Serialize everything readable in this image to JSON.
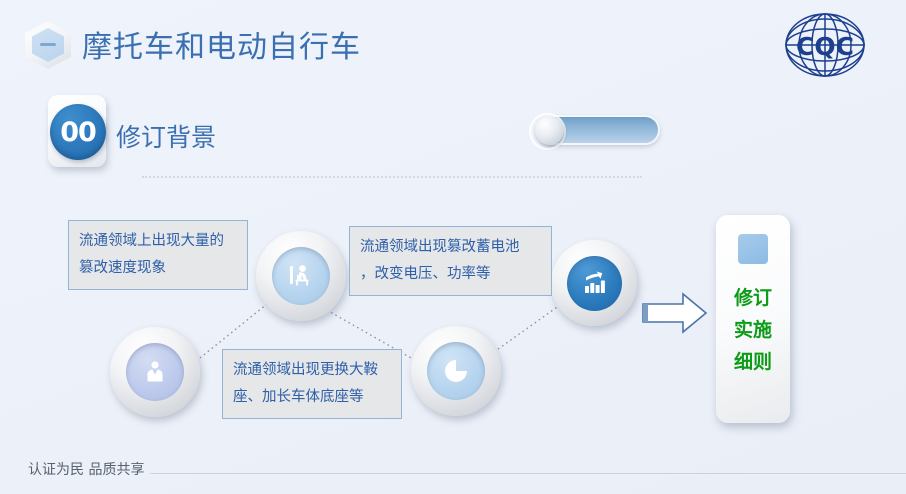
{
  "header": {
    "title": "摩托车和电动自行车",
    "hex_icon": "hexagon-minus-icon",
    "logo_text": "CQC",
    "logo_icon": "cqc-globe-logo"
  },
  "section": {
    "number": "00",
    "label": "修订背景"
  },
  "toggle": {
    "name": "toggle-switch",
    "state": "off"
  },
  "flow": {
    "nodes": [
      {
        "id": "node1",
        "icon": "person-at-desk-icon",
        "tone": "lightblue"
      },
      {
        "id": "node2",
        "icon": "person-user-icon",
        "tone": "periwinkle"
      },
      {
        "id": "node3",
        "icon": "pie-chart-icon",
        "tone": "lightblue"
      },
      {
        "id": "node4",
        "icon": "bar-chart-growth-icon",
        "tone": "darkblue"
      }
    ],
    "boxes": [
      {
        "id": "tbox1",
        "line1": "流通领域上出现大量的",
        "line2": "篡改速度现象"
      },
      {
        "id": "tbox2",
        "line1": "流通领域出现篡改蓄电池",
        "line2": "，改变电压、功率等"
      },
      {
        "id": "tbox3",
        "line1": "流通领域出现更换大鞍",
        "line2": "座、加长车体底座等"
      }
    ],
    "arrow": "right-block-arrow-icon"
  },
  "result": {
    "chip": "blue-square-chip",
    "lines": [
      "修订",
      "实施",
      "细则"
    ]
  },
  "footer": {
    "slogan": "认证为民 品质共享"
  },
  "colors": {
    "background": "#eef2fa",
    "title_blue": "#3a6fb0",
    "accent_blue": "#2f7cbe",
    "box_border": "#93b4d6",
    "box_fill": "#e6e7e9",
    "result_green": "#0d9b18",
    "logo_navy": "#1c3f8f"
  }
}
